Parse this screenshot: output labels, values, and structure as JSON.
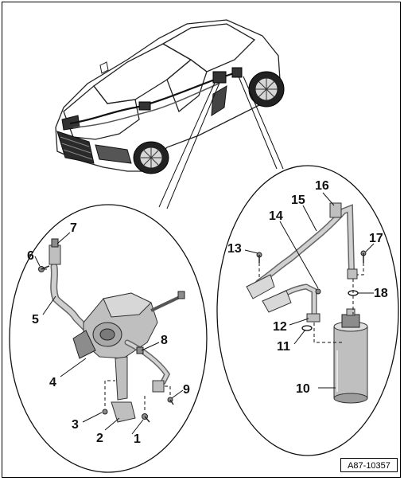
{
  "labels": [
    {
      "id": "1",
      "text": "1"
    },
    {
      "id": "2",
      "text": "2"
    },
    {
      "id": "3",
      "text": "3"
    },
    {
      "id": "4",
      "text": "4"
    },
    {
      "id": "5",
      "text": "5"
    },
    {
      "id": "6",
      "text": "6"
    },
    {
      "id": "7",
      "text": "7"
    },
    {
      "id": "8",
      "text": "8"
    },
    {
      "id": "9",
      "text": "9"
    },
    {
      "id": "10",
      "text": "10"
    },
    {
      "id": "11",
      "text": "11"
    },
    {
      "id": "12",
      "text": "12"
    },
    {
      "id": "13",
      "text": "13"
    },
    {
      "id": "14",
      "text": "14"
    },
    {
      "id": "15",
      "text": "15"
    },
    {
      "id": "16",
      "text": "16"
    },
    {
      "id": "17",
      "text": "17"
    },
    {
      "id": "18",
      "text": "18"
    }
  ],
  "reference_code": "A87-10357"
}
